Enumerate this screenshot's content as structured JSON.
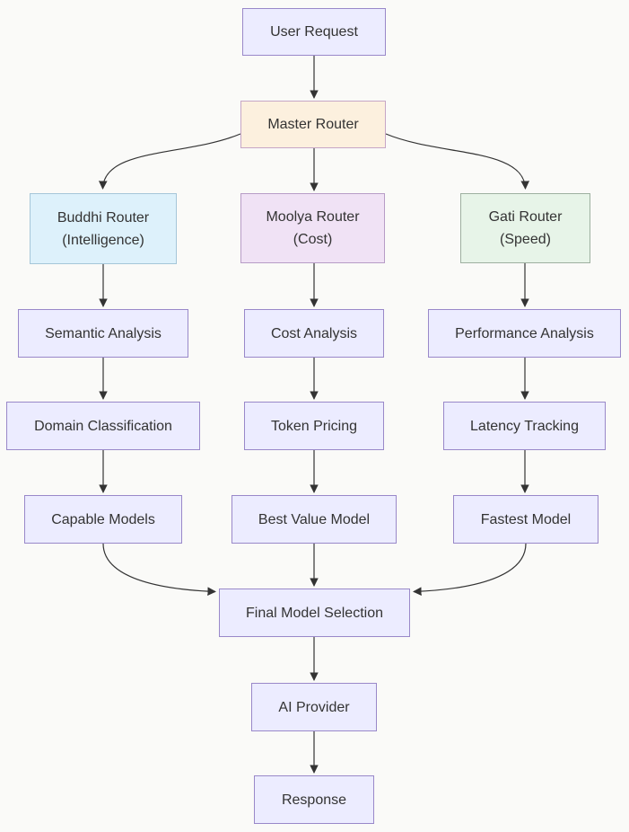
{
  "diagram": {
    "type": "flowchart",
    "direction": "top-down",
    "background": "#fafaf8",
    "edge_color": "#333333",
    "text_color": "#333333",
    "default_node_fill": "#ececff",
    "default_node_stroke": "#9370db",
    "nodes": {
      "user_request": {
        "label": "User Request",
        "fill": "#ececff",
        "stroke": "#9988c9"
      },
      "master_router": {
        "label": "Master Router",
        "fill": "#fcf0de",
        "stroke": "#c6a6c6"
      },
      "buddhi_router": {
        "label": "Buddhi Router",
        "sublabel": "(Intelligence)",
        "fill": "#ddf1fb",
        "stroke": "#a5c6d9"
      },
      "moolya_router": {
        "label": "Moolya Router",
        "sublabel": "(Cost)",
        "fill": "#f0e2f5",
        "stroke": "#b79cc6"
      },
      "gati_router": {
        "label": "Gati Router",
        "sublabel": "(Speed)",
        "fill": "#e7f4e8",
        "stroke": "#9eb0a0"
      },
      "semantic_analysis": {
        "label": "Semantic Analysis",
        "fill": "#ececff",
        "stroke": "#9988c9"
      },
      "cost_analysis": {
        "label": "Cost Analysis",
        "fill": "#ececff",
        "stroke": "#9988c9"
      },
      "performance_analysis": {
        "label": "Performance Analysis",
        "fill": "#ececff",
        "stroke": "#9988c9"
      },
      "domain_classification": {
        "label": "Domain Classification",
        "fill": "#ececff",
        "stroke": "#9988c9"
      },
      "token_pricing": {
        "label": "Token Pricing",
        "fill": "#ececff",
        "stroke": "#9988c9"
      },
      "latency_tracking": {
        "label": "Latency Tracking",
        "fill": "#ececff",
        "stroke": "#9988c9"
      },
      "capable_models": {
        "label": "Capable Models",
        "fill": "#ececff",
        "stroke": "#9988c9"
      },
      "best_value_model": {
        "label": "Best Value Model",
        "fill": "#ececff",
        "stroke": "#9988c9"
      },
      "fastest_model": {
        "label": "Fastest Model",
        "fill": "#ececff",
        "stroke": "#9988c9"
      },
      "final_model_selection": {
        "label": "Final Model Selection",
        "fill": "#ececff",
        "stroke": "#9988c9"
      },
      "ai_provider": {
        "label": "AI Provider",
        "fill": "#ececff",
        "stroke": "#9988c9"
      },
      "response": {
        "label": "Response",
        "fill": "#ececff",
        "stroke": "#9988c9"
      }
    },
    "edges": [
      {
        "from": "user_request",
        "to": "master_router"
      },
      {
        "from": "master_router",
        "to": "buddhi_router"
      },
      {
        "from": "master_router",
        "to": "moolya_router"
      },
      {
        "from": "master_router",
        "to": "gati_router"
      },
      {
        "from": "buddhi_router",
        "to": "semantic_analysis"
      },
      {
        "from": "moolya_router",
        "to": "cost_analysis"
      },
      {
        "from": "gati_router",
        "to": "performance_analysis"
      },
      {
        "from": "semantic_analysis",
        "to": "domain_classification"
      },
      {
        "from": "cost_analysis",
        "to": "token_pricing"
      },
      {
        "from": "performance_analysis",
        "to": "latency_tracking"
      },
      {
        "from": "domain_classification",
        "to": "capable_models"
      },
      {
        "from": "token_pricing",
        "to": "best_value_model"
      },
      {
        "from": "latency_tracking",
        "to": "fastest_model"
      },
      {
        "from": "capable_models",
        "to": "final_model_selection"
      },
      {
        "from": "best_value_model",
        "to": "final_model_selection"
      },
      {
        "from": "fastest_model",
        "to": "final_model_selection"
      },
      {
        "from": "final_model_selection",
        "to": "ai_provider"
      },
      {
        "from": "ai_provider",
        "to": "response"
      }
    ]
  }
}
